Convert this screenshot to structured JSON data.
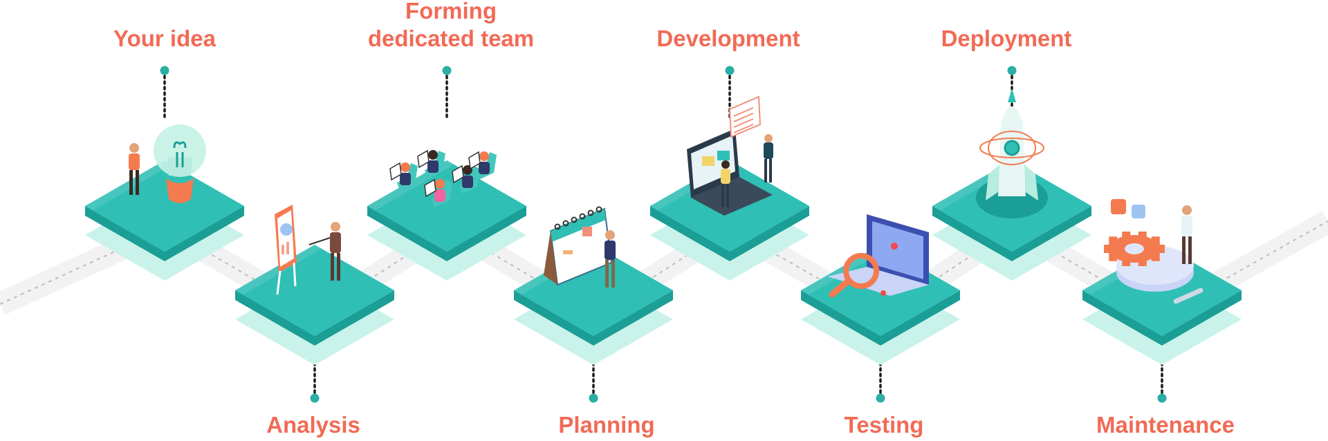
{
  "colors": {
    "label": "#f26a55",
    "tile_top": "#2fbfb5",
    "tile_side": "#1b9e96",
    "tile_shadow": "#c9f3ea",
    "connector": "#1a1a1a",
    "dot": "#2aaea5",
    "road": "#d9d9d9",
    "accent_orange": "#f47a4f"
  },
  "steps": [
    {
      "id": "idea",
      "label": "Your idea",
      "icon": "lightbulb-icon"
    },
    {
      "id": "analysis",
      "label": "Analysis",
      "icon": "presentation-board-icon"
    },
    {
      "id": "team",
      "label": "Forming\ndedicated team",
      "icon": "team-laptops-icon"
    },
    {
      "id": "planning",
      "label": "Planning",
      "icon": "calendar-icon"
    },
    {
      "id": "development",
      "label": "Development",
      "icon": "laptop-code-icon"
    },
    {
      "id": "testing",
      "label": "Testing",
      "icon": "magnifier-bug-icon"
    },
    {
      "id": "deployment",
      "label": "Deployment",
      "icon": "rocket-icon"
    },
    {
      "id": "maintenance",
      "label": "Maintenance",
      "icon": "gear-wrench-icon"
    }
  ]
}
